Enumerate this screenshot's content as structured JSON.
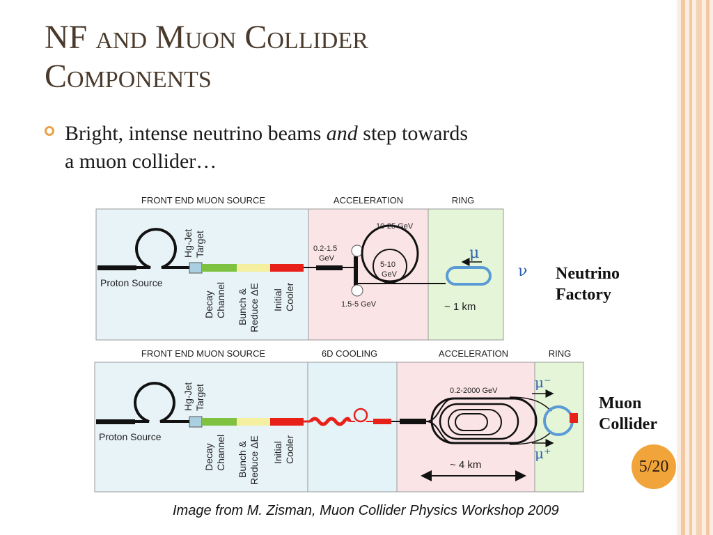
{
  "slide": {
    "title_line1": "NF and Muon Collider",
    "title_line2": "Components",
    "bullet_part1": "Bright, intense neutrino beams ",
    "bullet_emph": "and",
    "bullet_part2": " step towards",
    "bullet_line2": "a muon collider…",
    "page": "5/20",
    "caption": "Image from M. Zisman, Muon Collider Physics Workshop 2009",
    "accent_color": "#e9a246",
    "title_color": "#4a3a2c"
  },
  "labels": {
    "nf": [
      "Neutrino",
      "Factory"
    ],
    "mc": [
      "Muon",
      "Collider"
    ]
  },
  "diagram_nf": {
    "headers": [
      "FRONT END MUON SOURCE",
      "ACCELERATION",
      "RING"
    ],
    "proton_source": "Proton Source",
    "target": [
      "Hg-Jet",
      "Target"
    ],
    "decay": [
      "Decay",
      "Channel"
    ],
    "bunch": [
      "Bunch &",
      "Reduce ΔE"
    ],
    "cooler": [
      "Initial",
      "Cooler"
    ],
    "e1": [
      "0.2-1.5",
      "GeV"
    ],
    "e2": "10-25 GeV",
    "e3": [
      "5-10",
      "GeV"
    ],
    "e4": "1.5-5 GeV",
    "mu": "μ",
    "nu": "ν",
    "length": "~ 1 km"
  },
  "diagram_mc": {
    "headers": [
      "FRONT END MUON SOURCE",
      "6D COOLING",
      "ACCELERATION",
      "RING"
    ],
    "proton_source": "Proton Source",
    "target": [
      "Hg-Jet",
      "Target"
    ],
    "decay": [
      "Decay",
      "Channel"
    ],
    "bunch": [
      "Bunch &",
      "Reduce ΔE"
    ],
    "cooler": [
      "Initial",
      "Cooler"
    ],
    "energy": "0.2-2000 GeV",
    "mu_minus": "μ⁻",
    "mu_plus": "μ⁺",
    "length": "~ 4 km"
  },
  "colors": {
    "frontend_bg": "#e8f3f8",
    "accel_bg": "#fbe4e6",
    "ring_bg": "#e4f5d8",
    "cooling_bg": "#e4f3f8",
    "decay": "#7fc242",
    "bunch": "#f4f0a0",
    "cooler": "#e8201a",
    "target": "#a9cfe0",
    "ring_blue": "#5b9bd5"
  }
}
